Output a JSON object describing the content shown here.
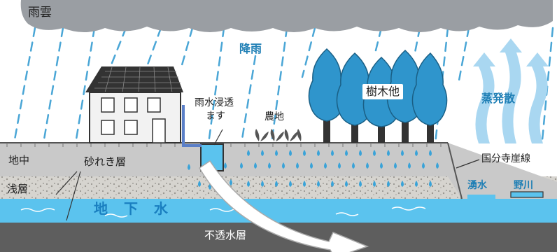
{
  "labels": {
    "cloud": "雨雲",
    "rain": "降雨",
    "infiltration_basin_line1": "雨水浸透",
    "infiltration_basin_line2": "ます",
    "farmland": "農地",
    "trees": "樹木他",
    "evapotranspiration": "蒸発散",
    "underground": "地中",
    "gravel_layer": "砂れき層",
    "shallow_layer": "浅層",
    "groundwater": "地 下 水",
    "cliff_line": "国分寺崖線",
    "spring_water": "湧水",
    "nogawa_river": "野川",
    "impermeable_layer": "不透水層"
  },
  "colors": {
    "sky_rain": "#4aa6d6",
    "rain_accent_text": "#1f7fb5",
    "cloud": "#9a9ea3",
    "ground_gray": "#c9c9c9",
    "groundwater": "#5bc3ee",
    "impermeable": "#5e5e5e",
    "tree": "#2f95cc",
    "steam_arrow": "#a9d7f1"
  }
}
